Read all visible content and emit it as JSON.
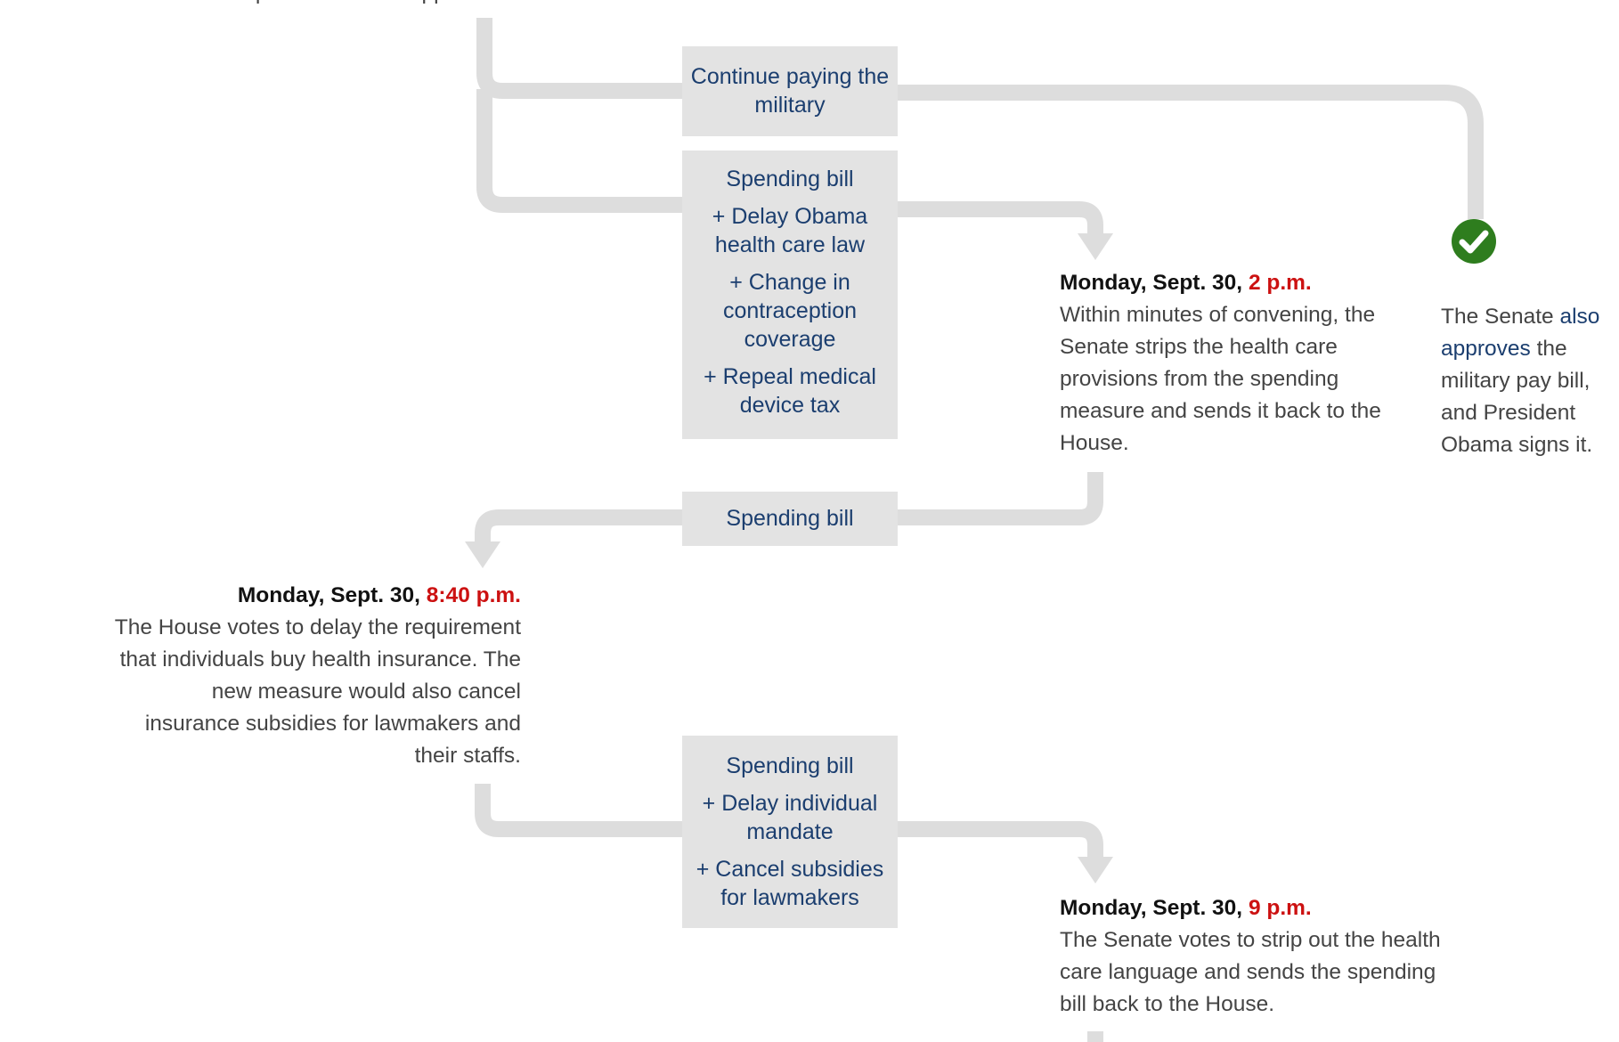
{
  "top_fragment": "troops and civilian support staff",
  "box_military": {
    "items": [
      "Continue paying the military"
    ]
  },
  "box_spending_1": {
    "items": [
      "Spending bill",
      "+ Delay Obama health care law",
      "+ Change in contraception coverage",
      "+ Repeal medical device tax"
    ]
  },
  "box_spending_2": {
    "items": [
      "Spending bill"
    ]
  },
  "box_spending_3": {
    "items": [
      "Spending bill",
      "+ Delay individual mandate",
      "+ Cancel subsidies for lawmakers"
    ]
  },
  "step_senate_2pm": {
    "date": "Monday, Sept. 30,",
    "time": "2 p.m.",
    "text": "Within minutes of convening, the Senate strips the health care provisions from the spending measure and sends it back to the House."
  },
  "step_senate_military": {
    "text_before": "The Senate ",
    "link": "also approves",
    "text_after": " the military pay bill, and President Obama signs it."
  },
  "step_house_840pm": {
    "date": "Monday, Sept. 30,",
    "time": "8:40 p.m.",
    "text": "The House votes to delay the requirement that individuals buy health insurance. The new measure would also cancel insurance subsidies for lawmakers and their staffs."
  },
  "step_senate_9pm": {
    "date": "Monday, Sept. 30,",
    "time": "9 p.m.",
    "text": "The Senate votes to strip out the health care language and sends the spending bill back to the House."
  },
  "colors": {
    "connector": "#dddddd",
    "box_fill": "#e3e3e3",
    "box_text": "#1b3e6f",
    "time_red": "#cc1111",
    "check_green": "#2e7d1e"
  },
  "icons": {
    "approved": "check-circle-icon"
  }
}
